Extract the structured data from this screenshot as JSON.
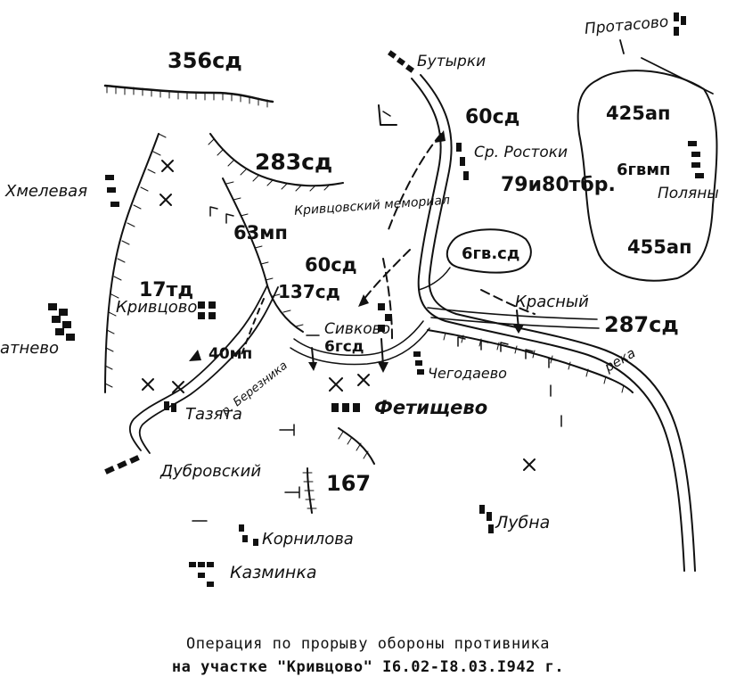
{
  "map": {
    "caption_line1": "Операция по прорыву обороны противника",
    "caption_line2": "на участке \"Кривцово\"  I6.02-I8.03.I942 г.",
    "places": {
      "protasovo": "Протасово",
      "butyrki": "Бутырки",
      "sr_rostoki": "Ср. Ростоки",
      "polyany": "Поляны",
      "khmelevaya": "Хмелевая",
      "krivtsovo": "Кривцово",
      "krivtsovsky_memorial": "Кривцовский мемориал",
      "krasny": "Красный",
      "sivkovo": "Сивково",
      "chegodaevo": "Чегодаево",
      "fetishchevo": "Фетищево",
      "tazyata": "Тазята",
      "dubrovsky": "Дубровский",
      "kornilova": "Корнилова",
      "kazminka": "Казминка",
      "lubna": "Лубна",
      "atnevo": "атнево",
      "r_bereznika": "р. Березника",
      "reka": "река"
    },
    "units": {
      "u356": "356сд",
      "u60_top": "60сд",
      "u283": "283сд",
      "u425": "425ап",
      "u6gvmp": "6гвмп",
      "u455": "455ап",
      "u79_80": "79и80тбр.",
      "u63": "63мп",
      "u60_mid": "60сд",
      "u6gvsd": "6гв.сд",
      "u17td": "17тд",
      "u137": "137сд",
      "u287": "287сд",
      "u6gsd": "6гсд",
      "u40mp": "40мп",
      "u167": "167"
    }
  }
}
